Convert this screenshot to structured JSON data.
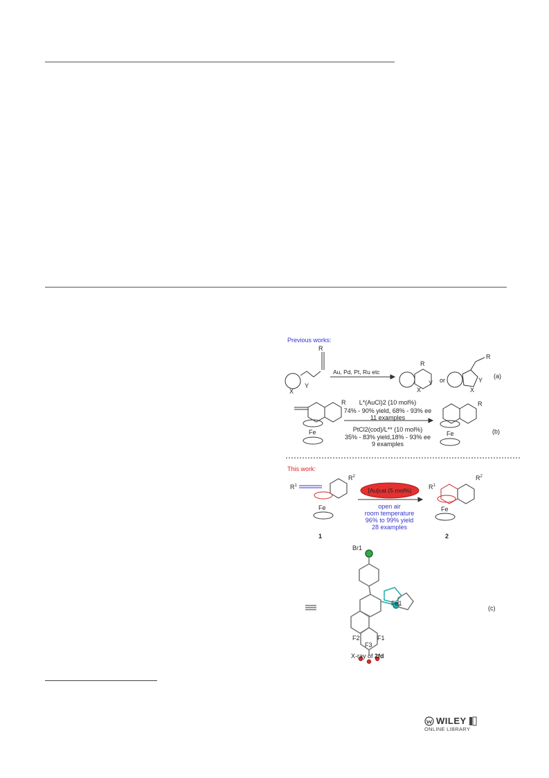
{
  "scheme": {
    "previous_works": "Previous works:",
    "catalysts_a": "Au, Pd, Pt, Ru etc",
    "or_text": "or",
    "label_a": "(a)",
    "label_b": "(b)",
    "label_c": "(c)",
    "sub_R": "R",
    "sub_X": "X",
    "sub_Y": "Y",
    "fe": "Fe",
    "b_top_cond": "L*(AuCl)2 (10 mol%)",
    "b_top_yield": "74% - 90% yield, 68% - 93% ee",
    "b_top_examples": "11 examples",
    "b_bottom_cond": "PtCl2(cod)/L** (10 mol%)",
    "b_bottom_yield": "35% - 83% yield,18% - 93% ee",
    "b_bottom_examples": "9 examples",
    "this_work": "This work:",
    "r1": "R",
    "r1_sup": "1",
    "r2": "R",
    "r2_sup": "2",
    "catalyst_c": "[Au]cat (5 mol%)",
    "cond_1": "open air",
    "cond_2": "room temperature",
    "cond_3": "96% to 99% yield",
    "cond_4": "28 examples",
    "compound_1": "1",
    "compound_2": "2",
    "br1": "Br1",
    "fe1": "Fe1",
    "f1": "F1",
    "f2": "F2",
    "f3": "F3",
    "equiv": "≡",
    "xray_caption_prefix": "X-ray of ",
    "xray_caption_compound": "2fd"
  },
  "footer": {
    "brand": "WILEY",
    "sub": "ONLINE LIBRARY",
    "logo_icon": "wiley-logo-icon"
  },
  "colors": {
    "blue": "#3333cc",
    "red": "#e02020",
    "br_green": "#33aa44",
    "fe_teal": "#22aaaa"
  }
}
